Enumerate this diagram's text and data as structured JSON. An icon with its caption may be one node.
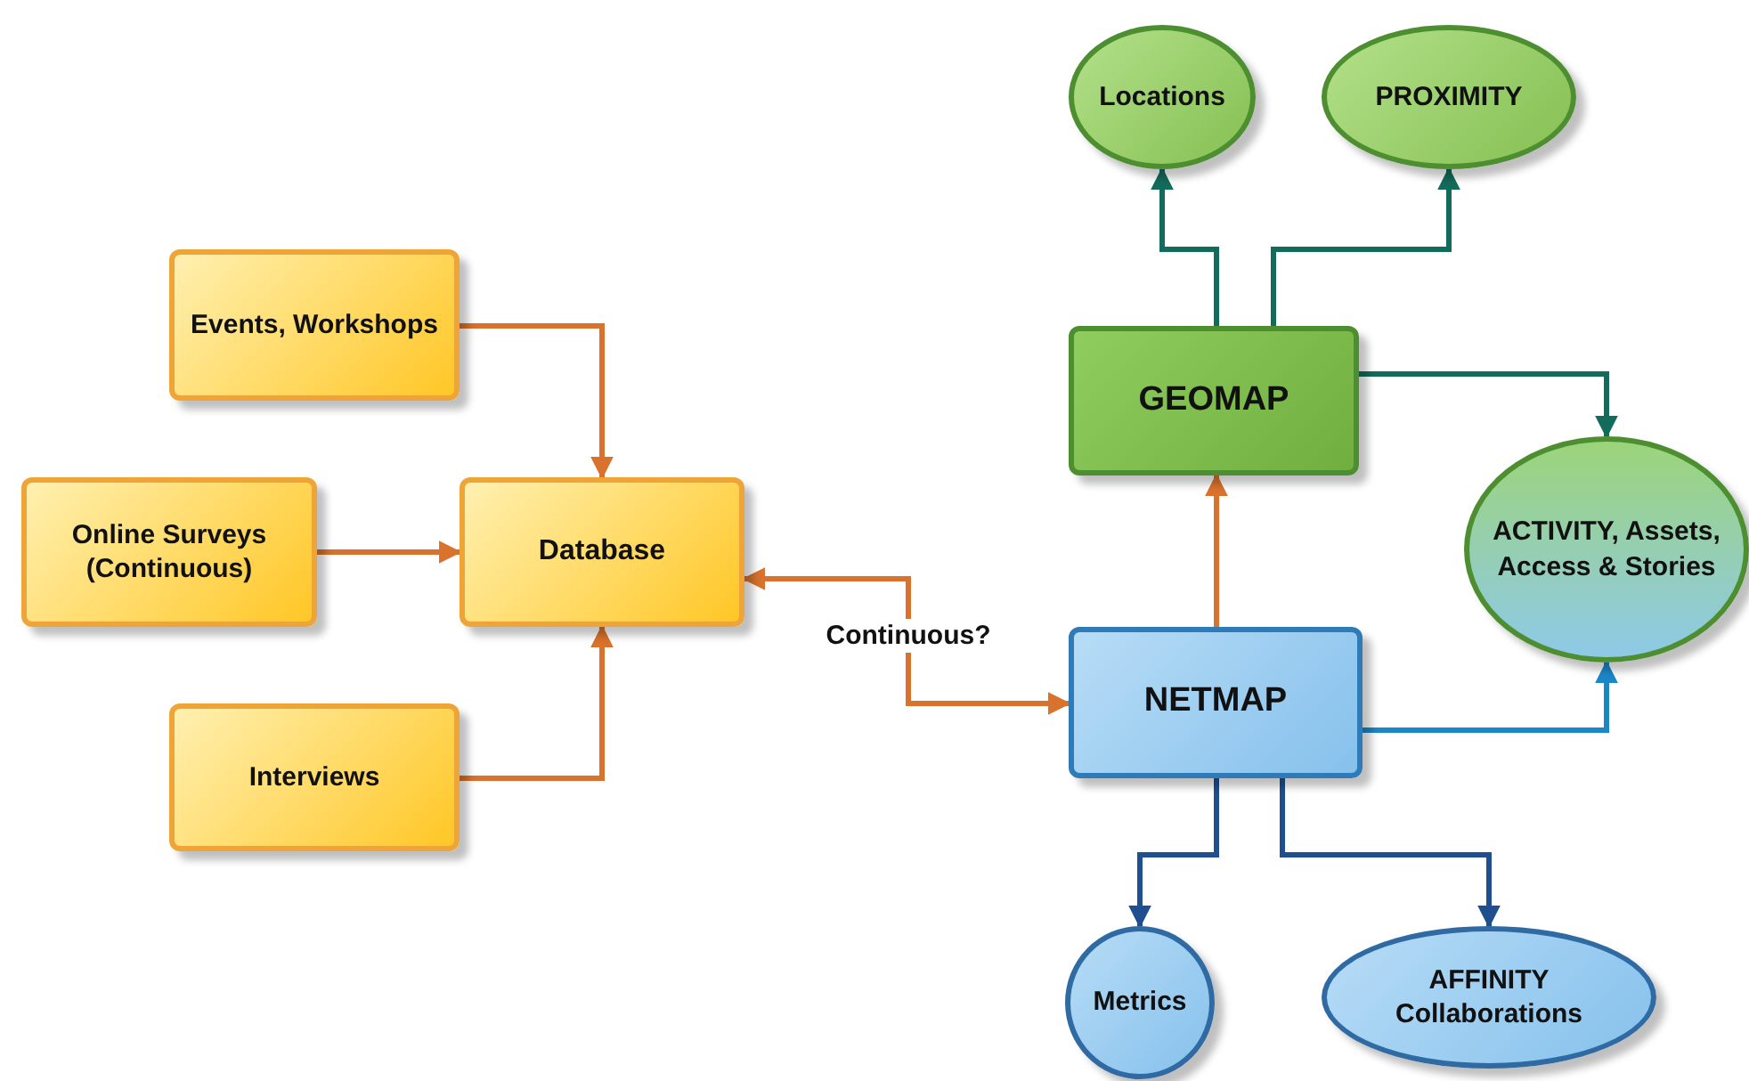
{
  "diagram": {
    "nodes": [
      {
        "text": [
          "Events, Workshops"
        ]
      },
      {
        "text": [
          "Online Surveys (Continuous)"
        ]
      },
      {
        "text": [
          "Interviews"
        ]
      },
      {
        "text": [
          "Database"
        ]
      },
      {
        "text": [
          "Locations"
        ]
      },
      {
        "text": [
          "PROXIMITY"
        ]
      },
      {
        "text": [
          "GEOMAP"
        ]
      },
      {
        "text": [
          "ACTIVITY, Assets, Access & Stories"
        ]
      },
      {
        "text": [
          "NETMAP"
        ]
      },
      {
        "text": [
          "Metrics"
        ]
      },
      {
        "text": [
          "AFFINITY Collaborations"
        ]
      }
    ],
    "edges": [
      {
        "from": 0,
        "to": 3,
        "arrow": "to"
      },
      {
        "from": 1,
        "to": 3,
        "arrow": "to"
      },
      {
        "from": 2,
        "to": 3,
        "arrow": "to"
      },
      {
        "from": 3,
        "to": 8,
        "arrow": "both",
        "label": "Continuous?"
      },
      {
        "from": 8,
        "to": 6,
        "arrow": "to"
      },
      {
        "from": 6,
        "to": 4,
        "arrow": "to",
        "color": "#136b5b"
      },
      {
        "from": 6,
        "to": 5,
        "arrow": "to",
        "color": "#136b5b"
      },
      {
        "from": 6,
        "to": 7,
        "arrow": "to",
        "color": "#136b5b"
      },
      {
        "from": 8,
        "to": 7,
        "arrow": "to",
        "color": "#1b87c9"
      },
      {
        "from": 8,
        "to": 9,
        "arrow": "to",
        "color": "#1f4f8f"
      },
      {
        "from": 8,
        "to": 10,
        "arrow": "to",
        "color": "#1f4f8f"
      }
    ]
  }
}
